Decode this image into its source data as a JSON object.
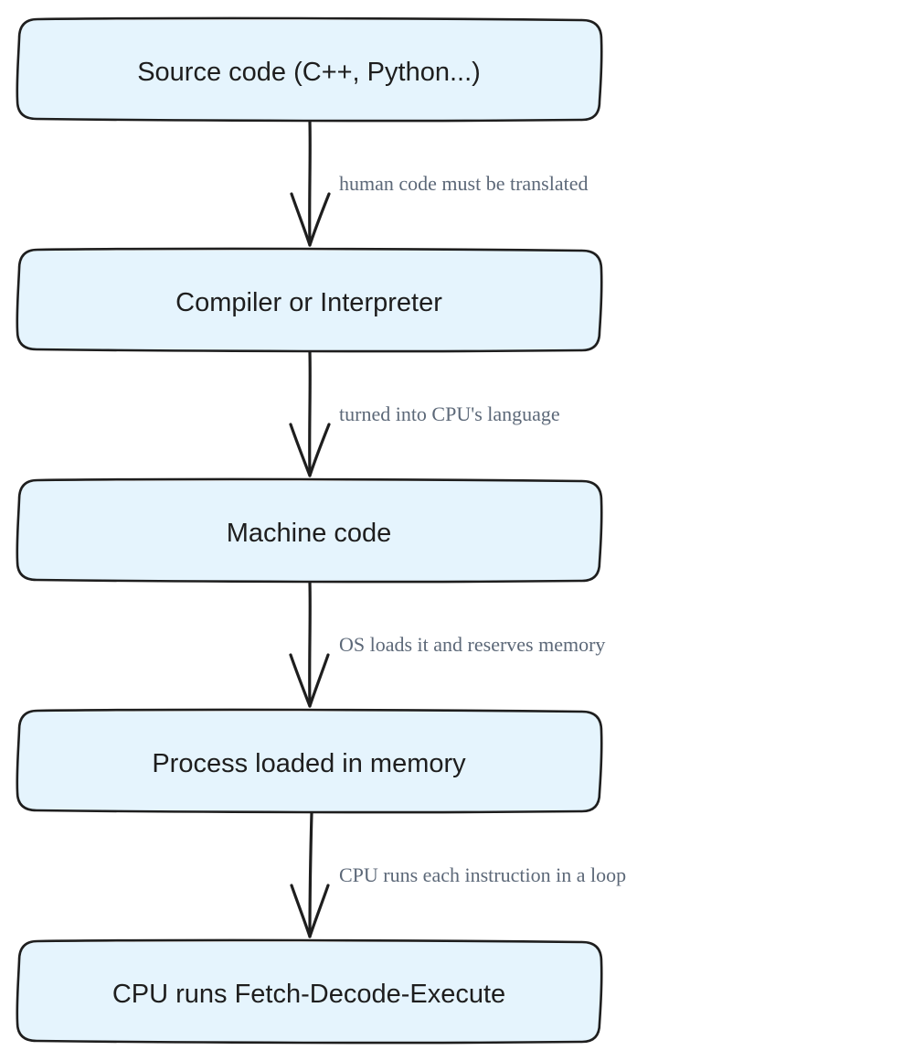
{
  "colors": {
    "node_fill": "#e5f4fd",
    "node_stroke": "#1e1e1e",
    "edge_label": "#5c6878",
    "text": "#1e1e1e"
  },
  "nodes": [
    {
      "label": "Source code (C++, Python...)"
    },
    {
      "label": "Compiler or Interpreter"
    },
    {
      "label": "Machine code"
    },
    {
      "label": "Process loaded in memory"
    },
    {
      "label": "CPU runs Fetch-Decode-Execute"
    }
  ],
  "edges": [
    {
      "label": "human code must be translated"
    },
    {
      "label": "turned into CPU's language"
    },
    {
      "label": "OS loads it and reserves memory"
    },
    {
      "label": "CPU runs each instruction in a loop"
    }
  ]
}
